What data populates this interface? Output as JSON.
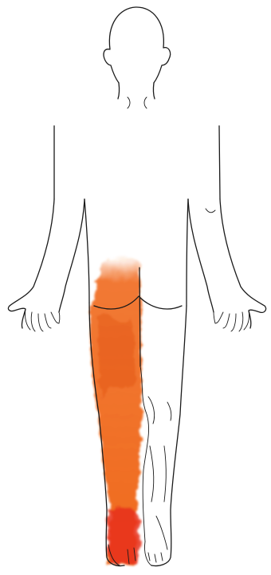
{
  "figure": {
    "view": "posterior",
    "pain_region": {
      "side": "left",
      "extent": "buttock to foot",
      "color": "#f06a1f",
      "intense_color": "#e8301a"
    },
    "outline_color": "#1a1a1a",
    "background_color": "#ffffff"
  }
}
